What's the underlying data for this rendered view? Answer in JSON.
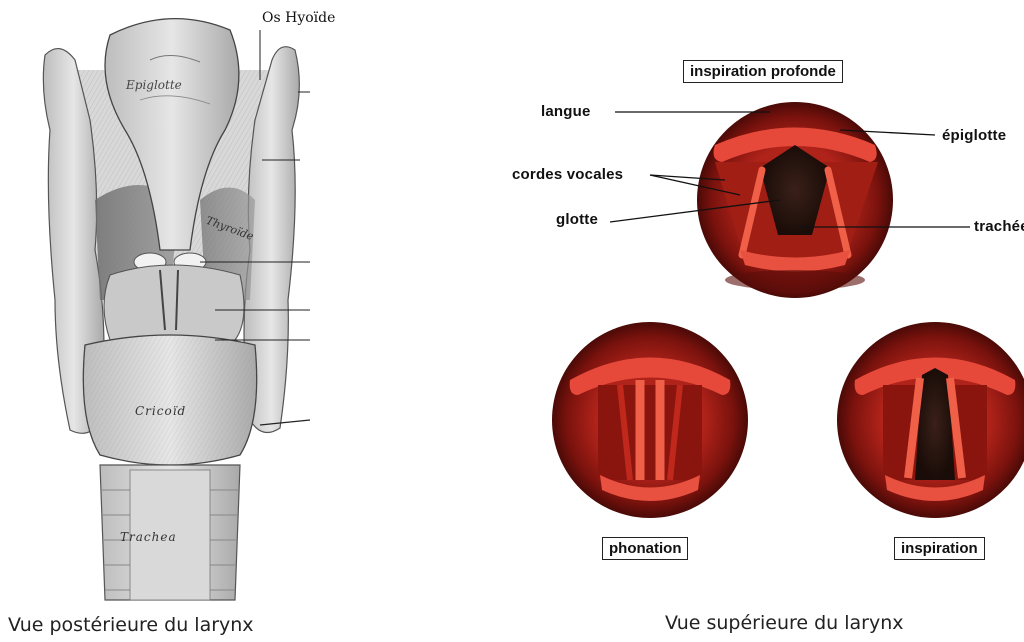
{
  "left_figure": {
    "caption": "Vue postérieure du larynx",
    "label_hyoid": "Os Hyoïde",
    "inner_labels": {
      "epiglotte": "Epiglotte",
      "thyroide": "Thyroïde",
      "cricoide": "Cricoïd",
      "trachee": "Trachea"
    }
  },
  "right_figure": {
    "caption": "Vue supérieure du larynx",
    "top_box": "inspiration profonde",
    "labels": {
      "langue": "langue",
      "cordes_vocales": "cordes vocales",
      "glotte": "glotte",
      "epiglotte": "épiglotte",
      "trachee": "trachée"
    },
    "box_phonation": "phonation",
    "box_inspiration": "inspiration"
  },
  "colors": {
    "tissue_dark": "#5a0d0a",
    "tissue_red": "#c8261c",
    "tissue_light": "#e8543f",
    "glottis": "#2a1510",
    "engraving_gray": "#cfcfcf"
  }
}
